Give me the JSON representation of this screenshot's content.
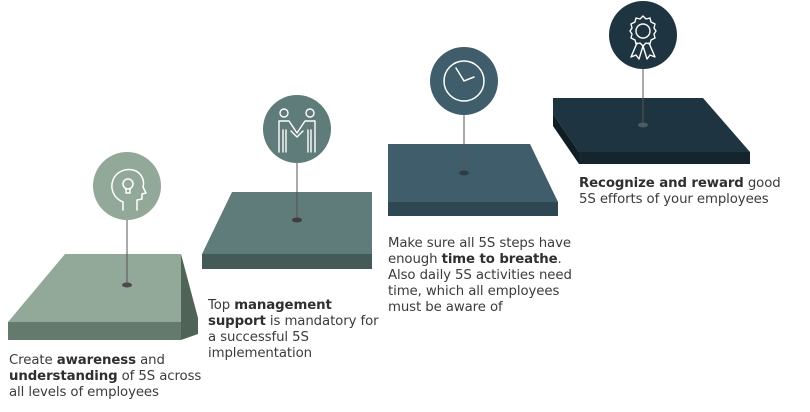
{
  "steps": [
    {
      "icon": "head-lightbulb-icon",
      "color": "#92a898",
      "caption": {
        "before": "Create ",
        "bold1": "awareness",
        "middle": " and ",
        "bold2": "understanding",
        "after": " of 5S across all levels of employees"
      }
    },
    {
      "icon": "handshake-people-icon",
      "color": "#5f7b7a",
      "caption": {
        "before": "Top ",
        "bold1": "management support",
        "after": " is mandatory for a successful 5S implementation"
      }
    },
    {
      "icon": "clock-icon",
      "color": "#405d6b",
      "caption": {
        "before": "Make sure all 5S steps have enough ",
        "bold1": "time to breathe",
        "after": ". Also daily 5S activities need time, which all employees must be aware of"
      }
    },
    {
      "icon": "award-ribbon-icon",
      "color": "#1e3440",
      "caption": {
        "bold1": "Recognize and reward",
        "after": " good 5S efforts of your employees"
      }
    }
  ]
}
